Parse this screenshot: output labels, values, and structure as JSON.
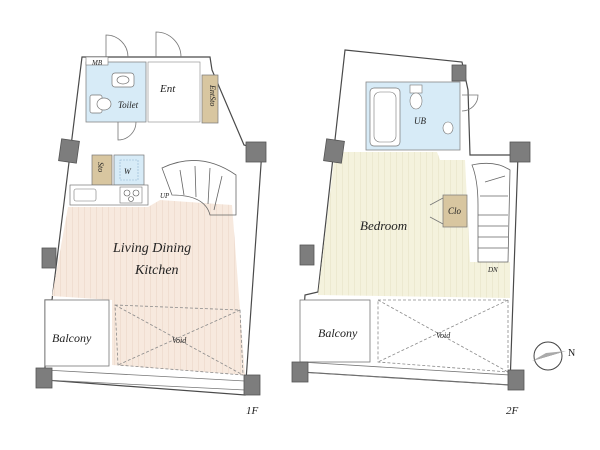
{
  "floors": [
    {
      "level": "1F",
      "rooms": {
        "mb": "MB",
        "entrance": "Ent",
        "toilet": "Toilet",
        "entrance_storage": "EntSto",
        "storage": "Sto",
        "washer": "W",
        "up": "UP",
        "ldk_line1": "Living Dining",
        "ldk_line2": "Kitchen",
        "balcony": "Balcony",
        "void": "Void"
      }
    },
    {
      "level": "2F",
      "rooms": {
        "unit_bath": "UB",
        "bedroom": "Bedroom",
        "closet": "Clo",
        "down": "DN",
        "balcony": "Balcony",
        "void": "Void"
      }
    }
  ],
  "compass": {
    "north": "N"
  },
  "colors": {
    "wood_floor": "#f5e6da",
    "bedroom_floor": "#f3f2dc",
    "wet_area": "#d7ebf7",
    "storage": "#d8c6a0",
    "wall": "#4a4a4a",
    "pillar": "#7d7d7d"
  }
}
